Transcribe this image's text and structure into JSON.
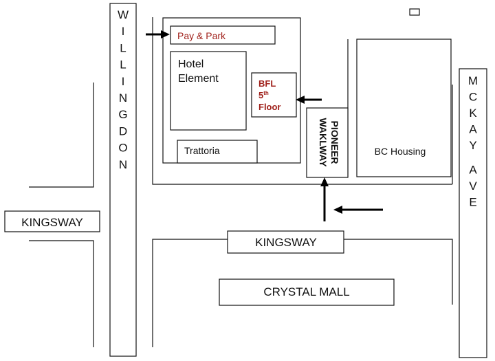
{
  "streets": {
    "willingdon": "WILLINGDON",
    "mckay": "MCKAY",
    "ave": "AVE",
    "kingsway_left": "KINGSWAY",
    "kingsway_center": "KINGSWAY"
  },
  "places": {
    "pay_and_park": "Pay & Park",
    "hotel_line1": "Hotel",
    "hotel_line2": "Element",
    "bfl_line1": "BFL",
    "bfl_floor_num": "5",
    "bfl_floor_sup": "th",
    "bfl_line3": "Floor",
    "trattoria": "Trattoria",
    "pioneer": "PIONEER",
    "walkway": "WAKLWAY",
    "bc_housing": "BC Housing",
    "crystal_mall": "CRYSTAL MALL"
  },
  "colors": {
    "highlight_text": "#a0211b",
    "walkway_fill": "#efefea",
    "bfl_fill": "#efefef"
  }
}
